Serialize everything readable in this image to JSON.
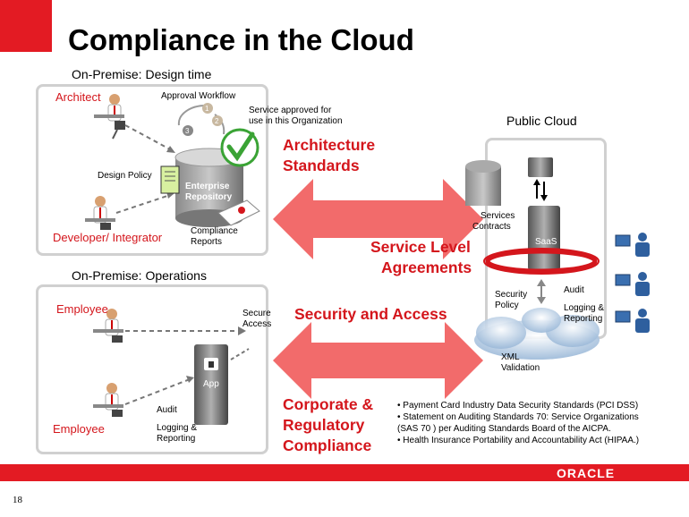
{
  "title": "Compliance in the Cloud",
  "design": {
    "heading": "On-Premise: Design time",
    "architect": "Architect",
    "approval_workflow": "Approval Workflow",
    "service_approved": [
      "Service approved for",
      "use in this Organization"
    ],
    "design_policy": "Design Policy",
    "repository": [
      "Enterprise",
      "Repository"
    ],
    "developer": "Developer/ Integrator",
    "compliance_reports": [
      "Compliance",
      "Reports"
    ],
    "workflow_steps": [
      "1",
      "2",
      "3"
    ]
  },
  "ops": {
    "heading": "On-Premise: Operations",
    "employee_top": "Employee",
    "employee_bottom": "Employee",
    "secure_access": [
      "Secure",
      "Access"
    ],
    "app": "App",
    "audit": "Audit",
    "logging": [
      "Logging &",
      "Reporting"
    ]
  },
  "cloud": {
    "heading": "Public Cloud",
    "services_contracts": [
      "Services",
      "Contracts"
    ],
    "saas": "SaaS",
    "security_policy": [
      "Security",
      "Policy"
    ],
    "audit": "Audit",
    "logging": [
      "Logging &",
      "Reporting"
    ],
    "xml_validation": [
      "XML",
      "Validation"
    ]
  },
  "middle": {
    "architecture_standards": [
      "Architecture",
      "Standards"
    ],
    "service_level": [
      "Service Level",
      "Agreements"
    ],
    "security_access": "Security and Access",
    "corporate": [
      "Corporate &",
      "Regulatory",
      "Compliance"
    ]
  },
  "bullets": [
    "• Payment Card Industry Data Security Standards (PCI DSS)",
    "• Statement on Auditing Standards 70: Service Organizations",
    "(SAS 70 ) per Auditing Standards Board of the AICPA.",
    "• Health Insurance Portability and Accountability Act (HIPAA.)"
  ],
  "footer": {
    "brand": "ORACLE",
    "page": "18"
  },
  "colors": {
    "accent_red": "#e31b23",
    "label_red": "#d4161c",
    "arrow_pink": "#f26b6b",
    "check_green": "#3aa335"
  }
}
